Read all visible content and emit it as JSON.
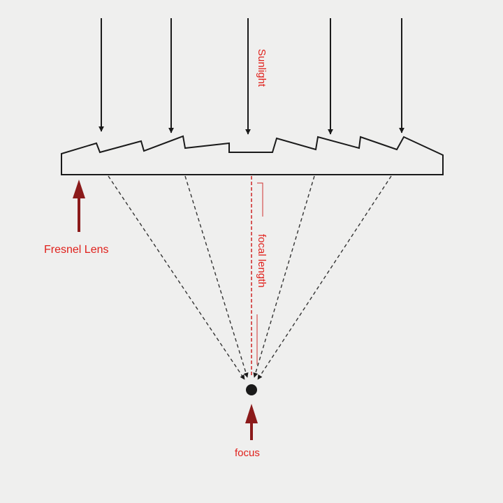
{
  "labels": {
    "sunlight": "Sunlight",
    "fresnel_lens": "Fresnel Lens",
    "focal_length": "focal length",
    "focus": "focus"
  },
  "colors": {
    "background": "#efefee",
    "line": "#1a1a1a",
    "label": "#e0201b",
    "pointer_arrow": "#8b1a1a",
    "focal_marker": "#cf3030"
  }
}
